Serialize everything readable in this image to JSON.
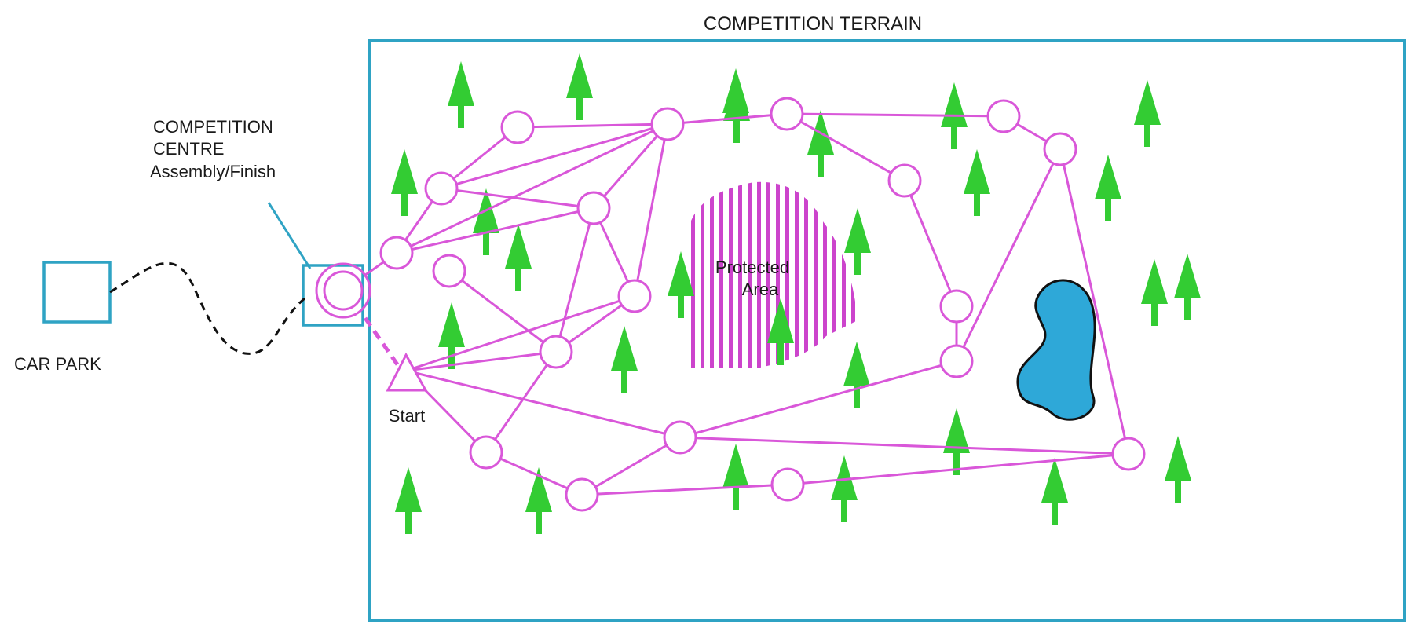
{
  "title": "COMPETITION TERRAIN",
  "labels": {
    "centre_line1": "COMPETITION",
    "centre_line2": "CENTRE",
    "centre_line3": "Assembly/Finish",
    "car_park": "CAR PARK",
    "start": "Start",
    "protected_line1": "Protected",
    "protected_line2": "Area"
  },
  "colors": {
    "terrain_border": "#2fa3c4",
    "route": "#d957d9",
    "tree": "#33cc33",
    "water": "#2ea8d8",
    "water_outline": "#111111",
    "car_park": "#2fa3c4",
    "centre": "#2fa3c4",
    "protected_stripes": "#cc44cc",
    "path_to_car_park": "#111111"
  }
}
